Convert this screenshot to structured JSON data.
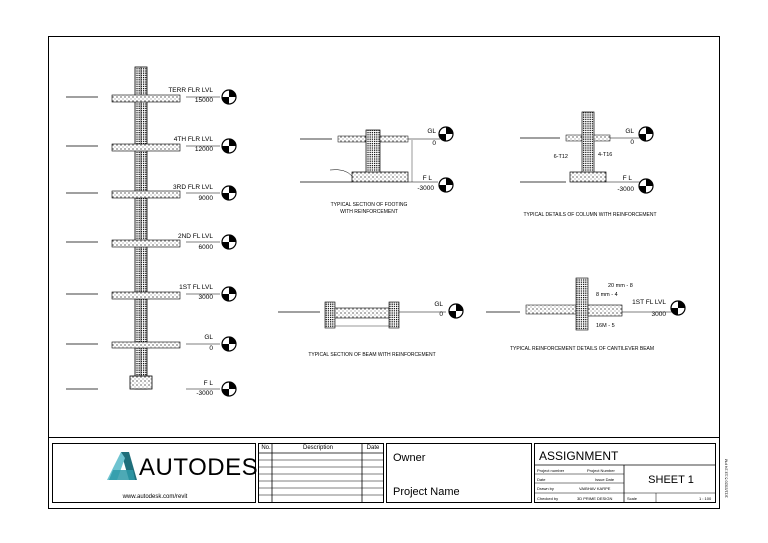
{
  "levels": [
    {
      "name": "TERR FLR LVL",
      "value": "15000"
    },
    {
      "name": "4TH FLR LVL",
      "value": "12000"
    },
    {
      "name": "3RD FLR LVL",
      "value": "9000"
    },
    {
      "name": "2ND FL LVL",
      "value": "6000"
    },
    {
      "name": "1ST FL LVL",
      "value": "3000"
    },
    {
      "name": "GL",
      "value": "0"
    },
    {
      "name": "F L",
      "value": "-3000"
    }
  ],
  "footing": {
    "gl_label": "GL",
    "gl_value": "0",
    "fl_label": "F L",
    "fl_value": "-3000",
    "caption_line1": "TYPICAL SECTION OF FOOTING",
    "caption_line2": "WITH REINFORCEMENT"
  },
  "column": {
    "gl_label": "GL",
    "gl_value": "0",
    "fl_label": "F L",
    "fl_value": "-3000",
    "bar_left": "6-T12",
    "bar_right": "4-T16",
    "caption": "TYPICAL DETAILS OF COLUMN WITH REINFORCEMENT"
  },
  "beam": {
    "gl_label": "GL",
    "gl_value": "0",
    "caption": "TYPICAL SECTION OF BEAM WITH REINFORCEMENT"
  },
  "cantilever": {
    "level_label": "1ST FL LVL",
    "level_value": "3000",
    "bar_top": "20 mm - 8",
    "bar_mid": "8 mm - 4",
    "bar_bottom": "16M - 5",
    "caption": "TYPICAL REINFORCEMENT DETAILS OF CANTILEVER BEAM"
  },
  "titleblock": {
    "brand": "AUTODESK.",
    "url": "www.autodesk.com/revit",
    "rev_no": "No.",
    "rev_desc": "Description",
    "rev_date": "Date",
    "owner": "Owner",
    "project_name": "Project Name",
    "assignment": "ASSIGNMENT",
    "project_number_label": "Project number",
    "project_number_value": "Project Number",
    "date_label": "Date",
    "issue_date": "Issue Date",
    "drawn_by_label": "Drawn by",
    "drawn_by_value": "VAIBHAV KARPE",
    "checked_by_label": "Checked by",
    "checked_by_value": "3D PRIME DESIGN",
    "sheet": "SHEET 1",
    "scale_label": "Scale",
    "scale_value": "1 : 100",
    "side_stamp": "1/11/2020 5:13:24 PM"
  },
  "colors": {
    "logo_dark": "#1f6e7a",
    "logo_light": "#6ec3d0",
    "logo_mid": "#2e9aa8"
  }
}
